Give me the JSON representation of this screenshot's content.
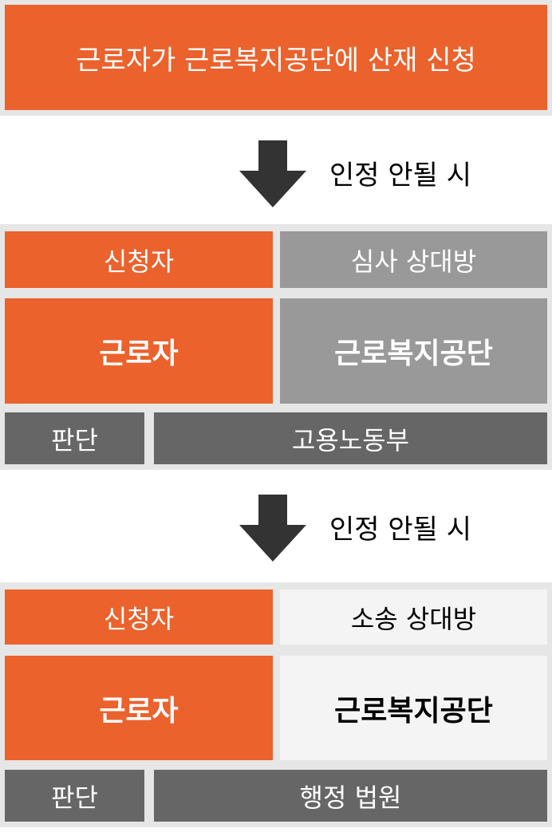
{
  "step1": {
    "title": "근로자가 근로복지공단에 산재 신청"
  },
  "arrow1": {
    "label": "인정 안될 시",
    "icon": "down-arrow-icon"
  },
  "step2": {
    "applicant_label": "신청자",
    "opponent_label": "심사 상대방",
    "applicant": "근로자",
    "opponent": "근로복지공단",
    "judge_label": "판단",
    "judge": "고용노동부"
  },
  "arrow2": {
    "label": "인정 안될 시",
    "icon": "down-arrow-icon"
  },
  "step3": {
    "applicant_label": "신청자",
    "opponent_label": "소송 상대방",
    "applicant": "근로자",
    "opponent": "근로복지공단",
    "judge_label": "판단",
    "judge": "행정 법원"
  },
  "colors": {
    "orange": "#eb622d",
    "gray": "#999999",
    "dark_gray": "#666666",
    "light": "#f4f4f4",
    "background": "#e6e6e6"
  }
}
